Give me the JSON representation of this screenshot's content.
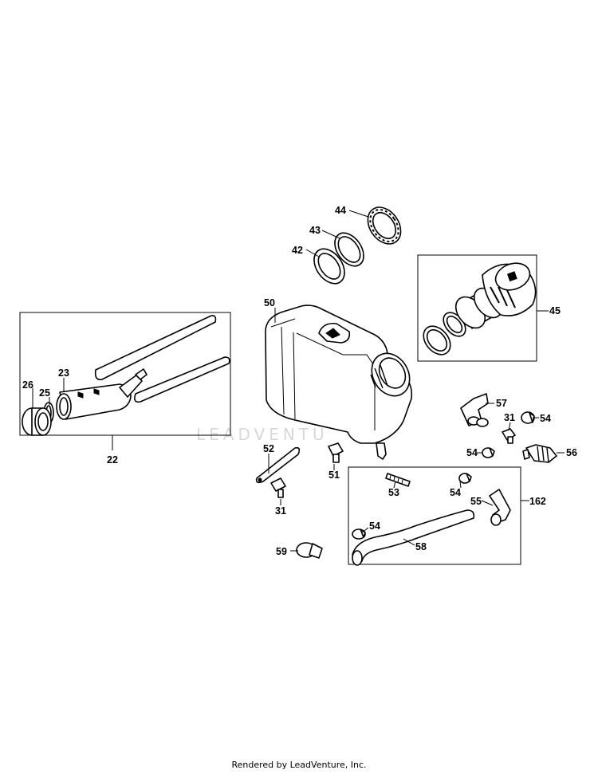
{
  "diagram": {
    "callouts": {
      "c44": "44",
      "c43": "43",
      "c42": "42",
      "c45": "45",
      "c50": "50",
      "c23": "23",
      "c26": "26",
      "c25": "25",
      "c22": "22",
      "c57": "57",
      "c31a": "31",
      "c54a": "54",
      "c54b": "54",
      "c56": "56",
      "c52": "52",
      "c51": "51",
      "c31b": "31",
      "c53": "53",
      "c54c": "54",
      "c55": "55",
      "c162": "162",
      "c54d": "54",
      "c58": "58",
      "c59": "59"
    },
    "watermark": "LEADVENTU"
  },
  "footer": {
    "credit": "Rendered by LeadVenture, Inc."
  }
}
